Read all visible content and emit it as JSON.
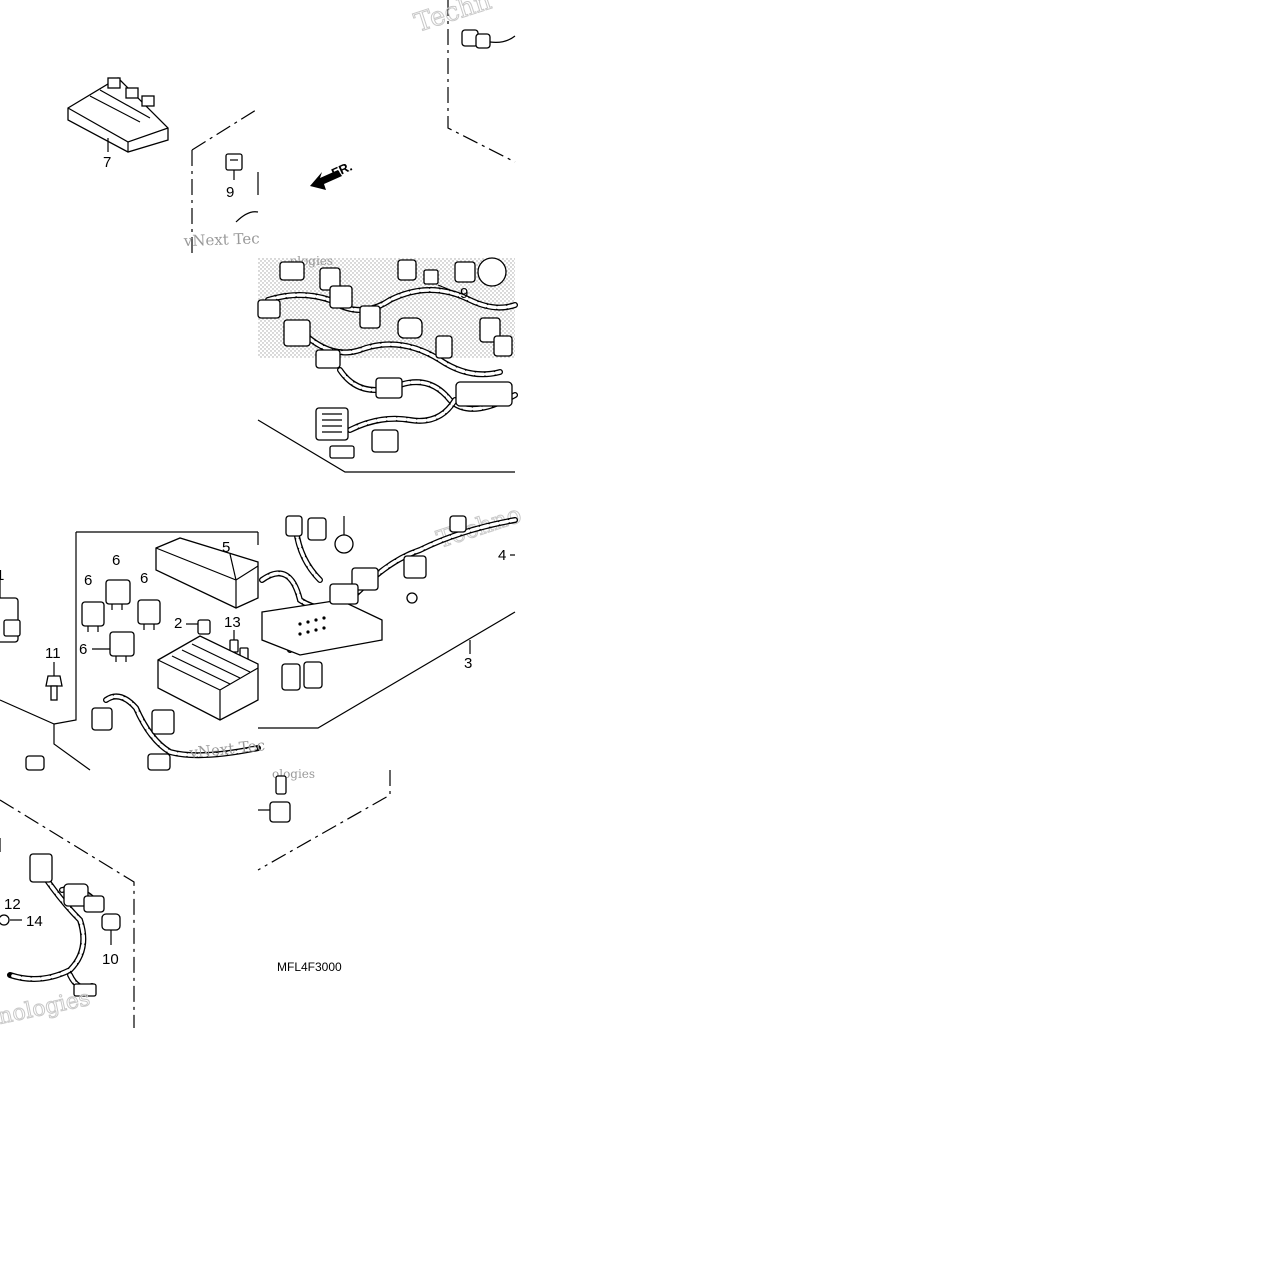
{
  "diagram": {
    "code": "MFL4F3000",
    "front_marker": "FR.",
    "callouts": [
      "7",
      "9",
      "9",
      "1",
      "6",
      "6",
      "6",
      "6",
      "5",
      "2",
      "13",
      "11",
      "3",
      "4",
      "12",
      "14",
      "10"
    ],
    "watermark": {
      "top": "Techn",
      "left_panel": "vNext Tec",
      "mid_top": "ologies",
      "upper_right": "Techno",
      "mid_bottom": "vNext Tec",
      "mid_bottom2": "ologies",
      "bottom_left": "nologies"
    }
  }
}
